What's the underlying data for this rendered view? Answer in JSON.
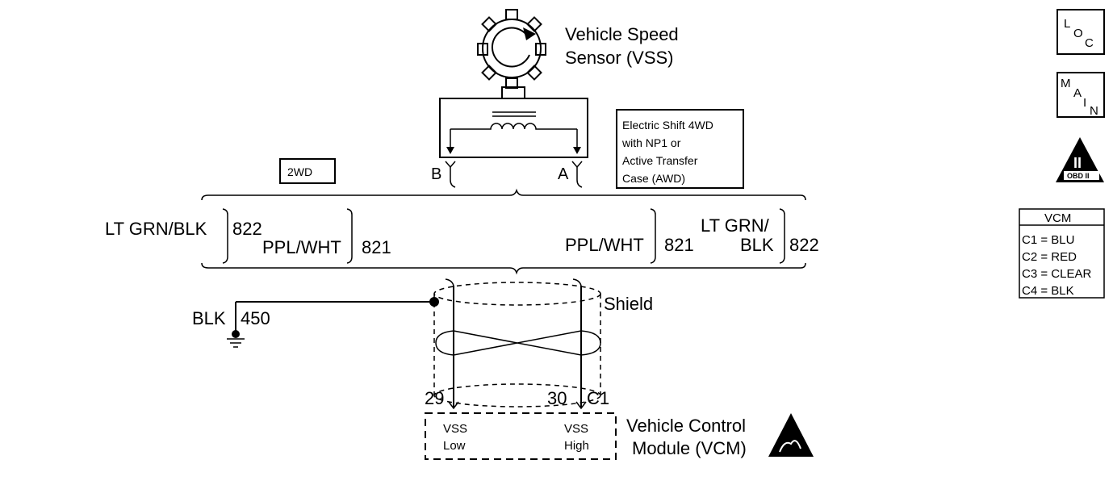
{
  "sensor": {
    "title_line1": "Vehicle Speed",
    "title_line2": "Sensor (VSS)",
    "terminal_b": "B",
    "terminal_a": "A"
  },
  "option_2wd": "2WD",
  "option_4wd": {
    "line1": "Electric Shift 4WD",
    "line2": "with NP1 or",
    "line3": "Active Transfer",
    "line4": "Case (AWD)"
  },
  "left_wires": {
    "wire1_color": "LT GRN/BLK",
    "wire1_circuit": "822",
    "wire2_color": "PPL/WHT",
    "wire2_circuit": "821"
  },
  "right_wires": {
    "wire1_color": "PPL/WHT",
    "wire1_circuit": "821",
    "wire2_color_line1": "LT GRN/",
    "wire2_color_line2": "BLK",
    "wire2_circuit": "822"
  },
  "shield_label": "Shield",
  "ground_wire": {
    "color": "BLK",
    "circuit": "450"
  },
  "vcm_pins": {
    "pin_low": "29",
    "pin_high": "30",
    "connector": "C1"
  },
  "vcm": {
    "low_line1": "VSS",
    "low_line2": "Low",
    "high_line1": "VSS",
    "high_line2": "High",
    "title_line1": "Vehicle Control",
    "title_line2": "Module (VCM)"
  },
  "nav": {
    "loc": [
      "L",
      "O",
      "C"
    ],
    "main": [
      "M",
      "A",
      "I",
      "N"
    ],
    "obd_label": "OBD II",
    "obd_symbol": "II"
  },
  "vcm_legend": {
    "title": "VCM",
    "rows": [
      "C1 = BLU",
      "C2 = RED",
      "C3 = CLEAR",
      "C4 = BLK"
    ]
  }
}
